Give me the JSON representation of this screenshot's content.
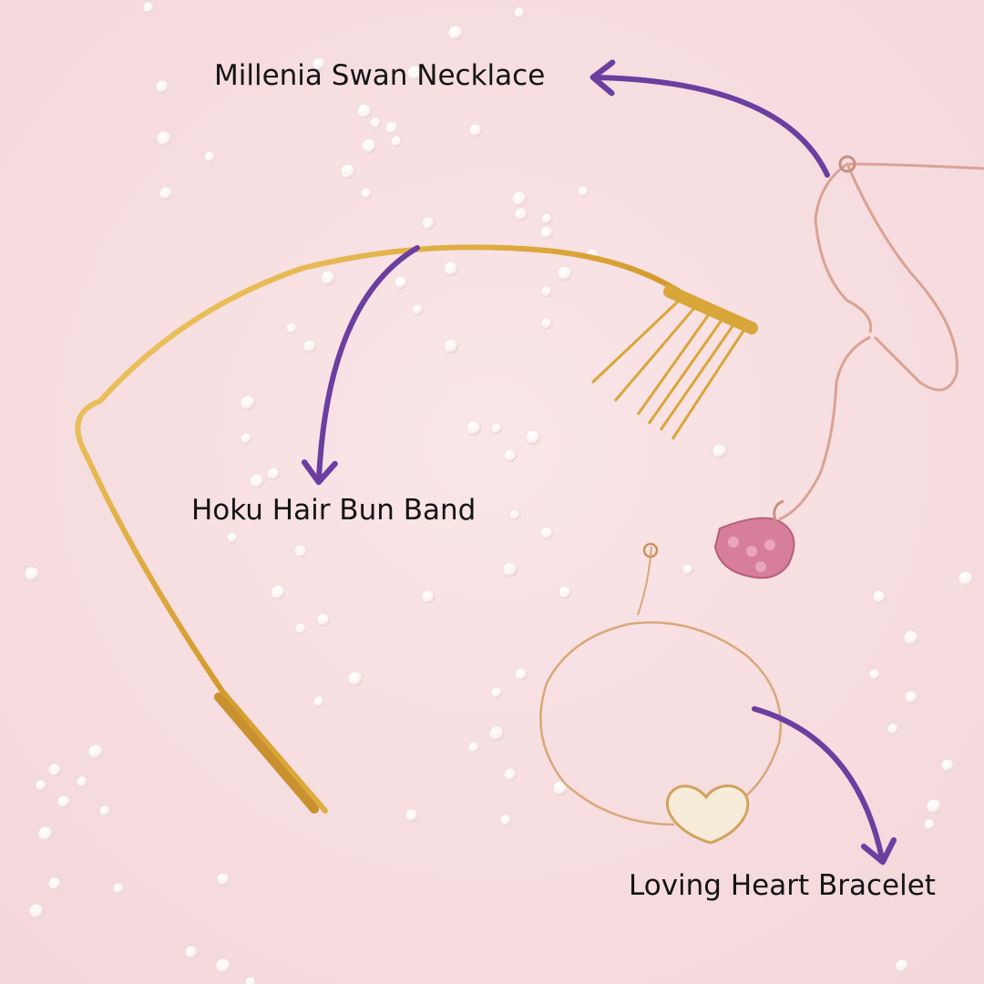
{
  "labels": {
    "necklace": "Millenia Swan Necklace",
    "hair_band": "Hoku Hair Bun Band",
    "bracelet": "Loving Heart Bracelet"
  },
  "colors": {
    "background": "#f7dfe2",
    "arrow": "#6b3fa0",
    "gold": "#d9a63a",
    "rose_gold": "#d9a395",
    "pearl": "#ffffff",
    "text": "#141414"
  },
  "icons": {
    "arrow": "curved-arrow-icon"
  }
}
